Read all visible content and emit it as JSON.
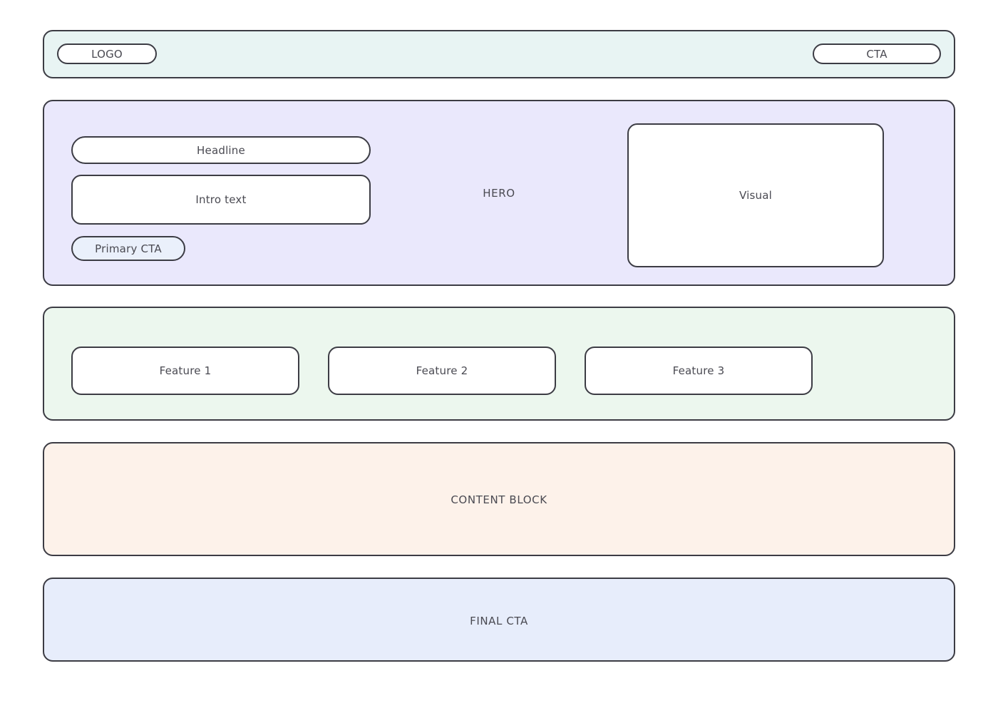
{
  "page": {
    "kind": "landing-page-wireframe",
    "background": "#ffffff",
    "stroke_color": "#3c3c44",
    "text_color": "#4a4a52"
  },
  "header": {
    "name": "header",
    "fill": "#e8f4f3",
    "logo_label": "LOGO",
    "cta_label": "CTA"
  },
  "hero": {
    "name": "hero",
    "fill": "#eae8fc",
    "section_label": "HERO",
    "headline_label": "Headline",
    "intro_label": "Intro text",
    "primary_cta_label": "Primary CTA",
    "primary_cta_fill": "#eaf0fb",
    "visual_label": "Visual"
  },
  "features": {
    "name": "features",
    "fill": "#ecf7ee",
    "cards": [
      {
        "label": "Feature 1"
      },
      {
        "label": "Feature 2"
      },
      {
        "label": "Feature 3"
      }
    ]
  },
  "content_block": {
    "name": "content-block",
    "fill": "#fdf2ea",
    "label": "CONTENT BLOCK"
  },
  "final_cta": {
    "name": "final-cta",
    "fill": "#e7edfb",
    "label": "FINAL CTA"
  }
}
